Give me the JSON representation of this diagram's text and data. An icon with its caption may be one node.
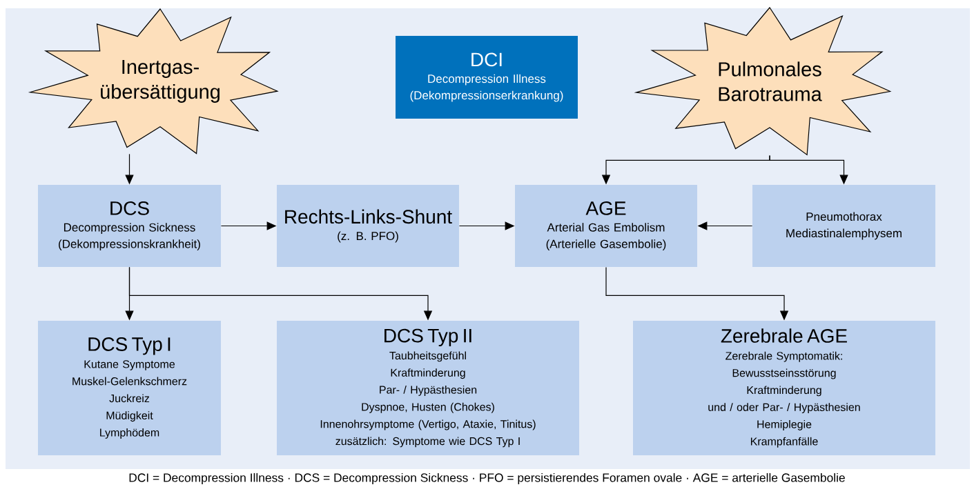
{
  "diagram": {
    "nodes": [
      {
        "text": [
          "Inertgas- übersättigung"
        ]
      },
      {
        "text": [
          "DCI",
          "Decompression Illness (Dekompressionserkrankung)"
        ]
      },
      {
        "text": [
          "Pulmonales Barotrauma"
        ]
      },
      {
        "text": [
          "DCS",
          "Decompression Sickness (Dekompressionskrankheit)"
        ]
      },
      {
        "text": [
          "Rechts-Links-Shunt",
          "(z. B. PFO)"
        ]
      },
      {
        "text": [
          "AGE",
          "Arterial Gas Embolism (Arterielle Gasembolie)"
        ]
      },
      {
        "text": [
          "Pneumothorax Mediastinalemphysem"
        ]
      },
      {
        "text": [
          "DCS Typ I",
          "Kutane Symptome",
          "Muskel-Gelenkschmerz",
          "Juckreiz",
          "Müdigkeit",
          "Lymphödem"
        ]
      },
      {
        "text": [
          "DCS Typ II",
          "Taubheitsgefühl",
          "Kraftminderung",
          "Par- / Hypästhesien",
          "Dyspnoe, Husten (Chokes)",
          "Innenohrsymptome (Vertigo, Ataxie, Tinitus)",
          "zusätzlich: Symptome wie DCS Typ I"
        ]
      },
      {
        "text": [
          "Zerebrale AGE",
          "Zerebrale Symptomatik:",
          "Bewusstseinsstörung",
          "Kraftminderung",
          "und / oder Par- / Hypästhesien",
          "Hemiplegie",
          "Krampfanfälle"
        ]
      }
    ],
    "edges": [
      {
        "from": 0,
        "to": 3,
        "arrow": "to"
      },
      {
        "from": 3,
        "to": 4,
        "arrow": "to"
      },
      {
        "from": 4,
        "to": 5,
        "arrow": "to"
      },
      {
        "from": 2,
        "to": 5,
        "arrow": "to"
      },
      {
        "from": 2,
        "to": 6,
        "arrow": "to"
      },
      {
        "from": 6,
        "to": 5,
        "arrow": "to"
      },
      {
        "from": 3,
        "to": 7,
        "arrow": "to"
      },
      {
        "from": 3,
        "to": 8,
        "arrow": "to"
      },
      {
        "from": 5,
        "to": 9,
        "arrow": "to"
      }
    ],
    "labels": [
      "DCI = Decompression Illness · DCS = Decompression Sickness · PFO = persistierendes Foramen ovale · AGE = arterielle Gasembolie"
    ]
  }
}
